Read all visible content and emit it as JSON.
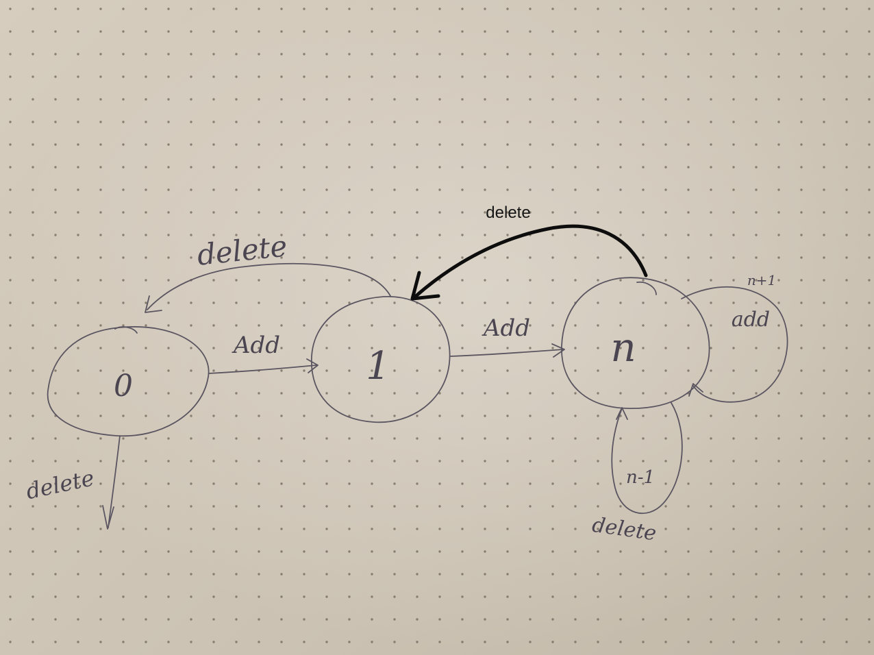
{
  "states": {
    "s0": "0",
    "s1": "1",
    "sn": "n"
  },
  "edges": {
    "add_0_1": "Add",
    "add_1_n": "Add",
    "delete_1_0": "delete",
    "delete_0_out": "delete",
    "delete_n_1": "delete",
    "add_n_self_top": "n+1",
    "add_n_self": "add",
    "delete_n_self_top": "n-1",
    "delete_n_self": "delete"
  },
  "colors": {
    "paper": "#cfc6b8",
    "pencil": "#5a5560",
    "marker": "#0d0d0d"
  }
}
